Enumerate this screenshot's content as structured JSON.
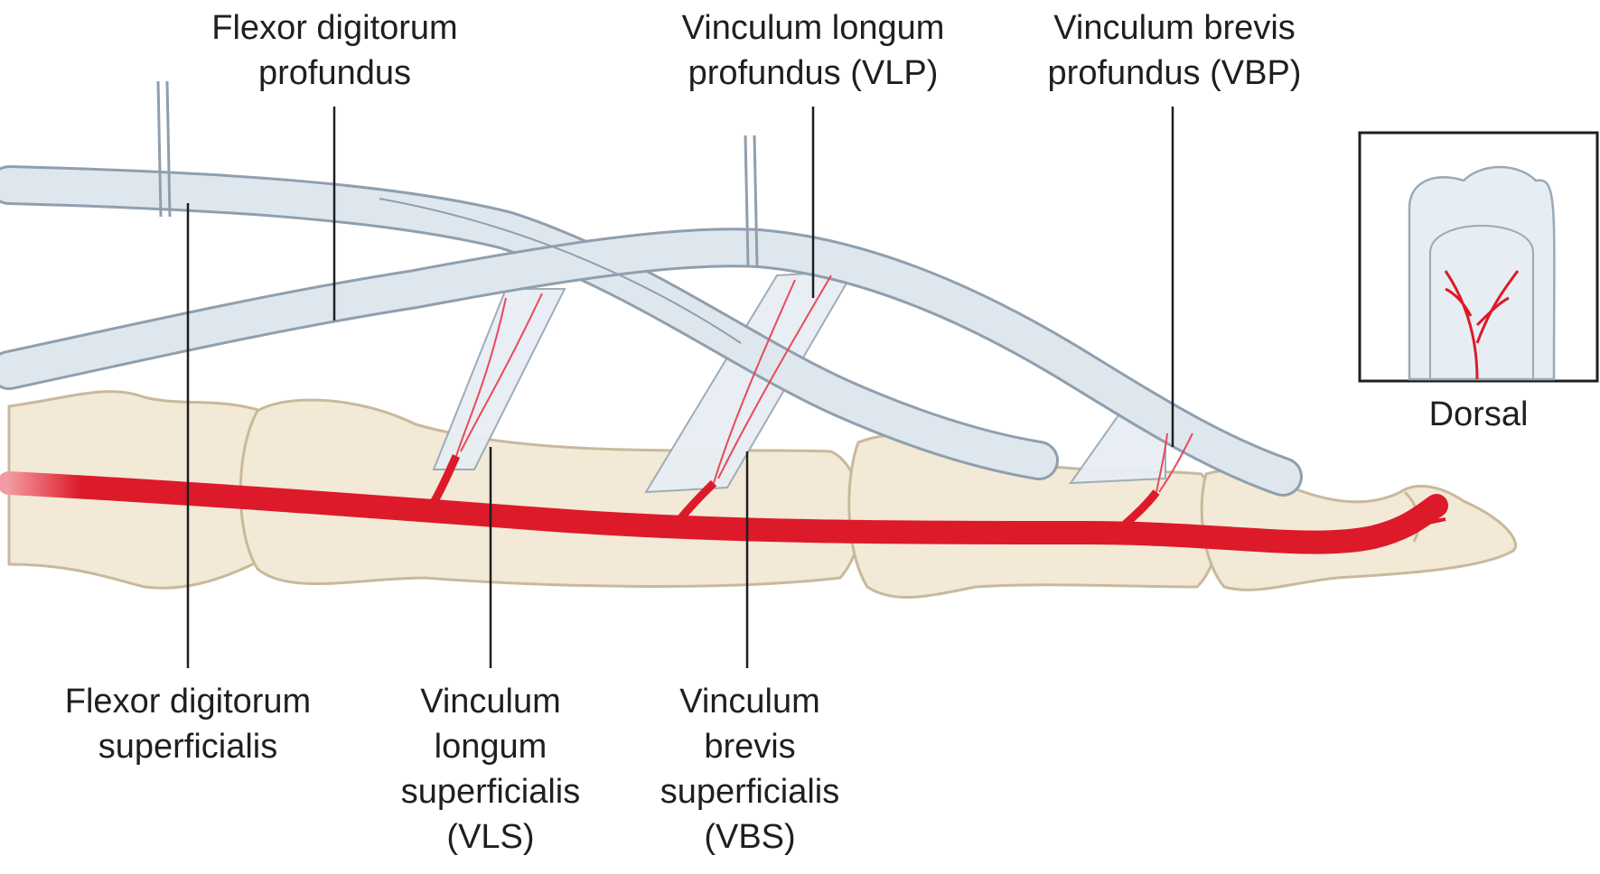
{
  "labels": {
    "fdp": [
      "Flexor digitorum",
      "profundus"
    ],
    "vlp": [
      "Vinculum longum",
      "profundus (VLP)"
    ],
    "vbp": [
      "Vinculum brevis",
      "profundus (VBP)"
    ],
    "fds": [
      "Flexor digitorum",
      "superficialis"
    ],
    "vls": [
      "Vinculum",
      "longum",
      "superficialis",
      "(VLS)"
    ],
    "vbs": [
      "Vinculum",
      "brevis",
      "superficialis",
      "(VBS)"
    ],
    "inset": "Dorsal"
  },
  "colors": {
    "bone": "#f3e9d7",
    "bone_outline": "#c9b99b",
    "tendon": "#dfe7ee",
    "tendon_outline": "#8f9fae",
    "artery": "#dd1a2a",
    "leader": "#1f1f1f"
  }
}
